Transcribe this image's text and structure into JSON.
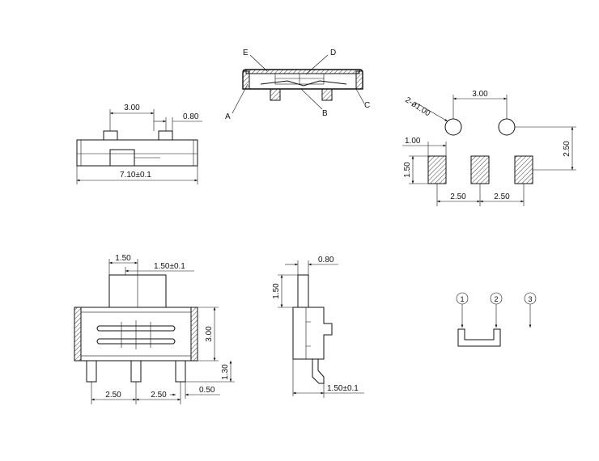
{
  "colors": {
    "line": "#111111",
    "background": "#ffffff"
  },
  "side_view": {
    "dim_pitch": "3.00",
    "dim_pin": "0.80",
    "dim_length": "7.10±0.1"
  },
  "section_view": {
    "labels": [
      "A",
      "B",
      "C",
      "D",
      "E"
    ]
  },
  "pcb_layout": {
    "dim_hole_pitch": "3.00",
    "dim_holes": "2-ø1.00",
    "dim_offset": "2.50",
    "dim_pad_w": "1.00",
    "dim_pad_h": "1.50",
    "dim_pad_pitch_1": "2.50",
    "dim_pad_pitch_2": "2.50"
  },
  "top_view": {
    "dim_knob_w": "1.50",
    "dim_knob_travel": "1.50±0.1",
    "dim_height": "3.00",
    "dim_pin_len": "1.30",
    "dim_pitch_1": "2.50",
    "dim_pitch_2": "2.50",
    "dim_pin_w": "0.50"
  },
  "end_view": {
    "dim_knob_d": "0.80",
    "dim_knob_h": "1.50",
    "dim_depth": "1.50±0.1"
  },
  "schematic": {
    "pins": [
      "1",
      "2",
      "3"
    ]
  }
}
